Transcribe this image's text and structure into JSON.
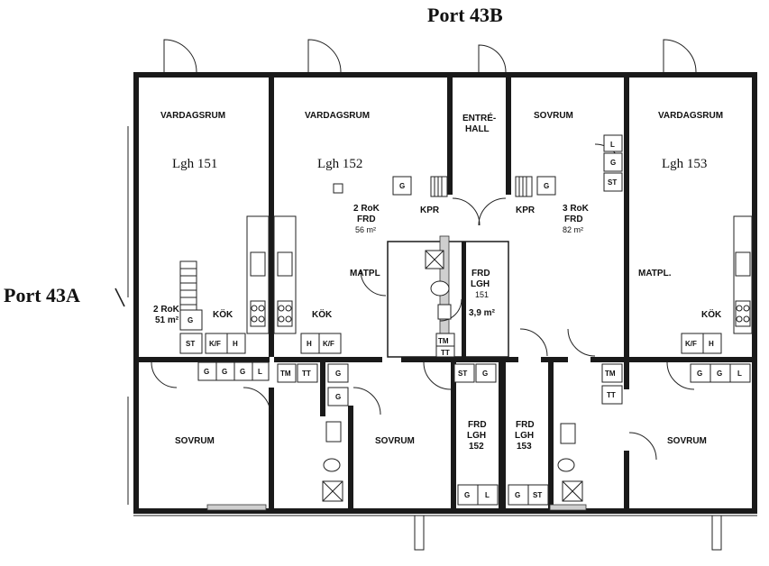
{
  "ports": {
    "top": "Port 43B",
    "left": "Port 43A"
  },
  "apartments": [
    "Lgh 151",
    "Lgh 152",
    "Lgh 153"
  ],
  "rooms": {
    "vardagsrum": "VARDAGSRUM",
    "sovrum": "SOVRUM",
    "entre": "ENTRÉ-",
    "hall": "HALL",
    "kok": "KÖK",
    "matpl": "MATPL",
    "matpl_dot": "MATPL.",
    "kpr": "KPR"
  },
  "specs": {
    "rok2": "2 RoK",
    "rok3": "3 RoK",
    "frd": "FRD",
    "area51": "51 m²",
    "area56": "56 m²",
    "area82": "82 m²"
  },
  "storage": {
    "frd": "FRD",
    "lgh": "LGH",
    "n151": "151",
    "n152": "152",
    "n153": "153",
    "area39": "3,9 m²"
  },
  "fixtures": {
    "g": "G",
    "l": "L",
    "st": "ST",
    "h": "H",
    "kf": "K/F",
    "tm": "TM",
    "tt": "TT"
  }
}
